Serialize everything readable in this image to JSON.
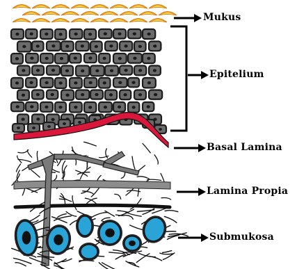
{
  "labels": {
    "mukus": "Mukus",
    "epitelium": "Epitelium",
    "basal_lamina": "Basal Lamina",
    "lamina_propia": "Lamina Propia",
    "submukosa": "Submukosa"
  },
  "colors": {
    "mucus_orange": "#f4a51c",
    "mucus_yellow": "#ffd84a",
    "cell_fill": "#6b6b6b",
    "cell_outline": "#1c1c1c",
    "nucleus": "#1a1a1a",
    "basal_red": "#d8173a",
    "vessel_gray": "#7a7a7a",
    "submucosa_blue": "#2aa3d6",
    "line_black": "#111111"
  }
}
